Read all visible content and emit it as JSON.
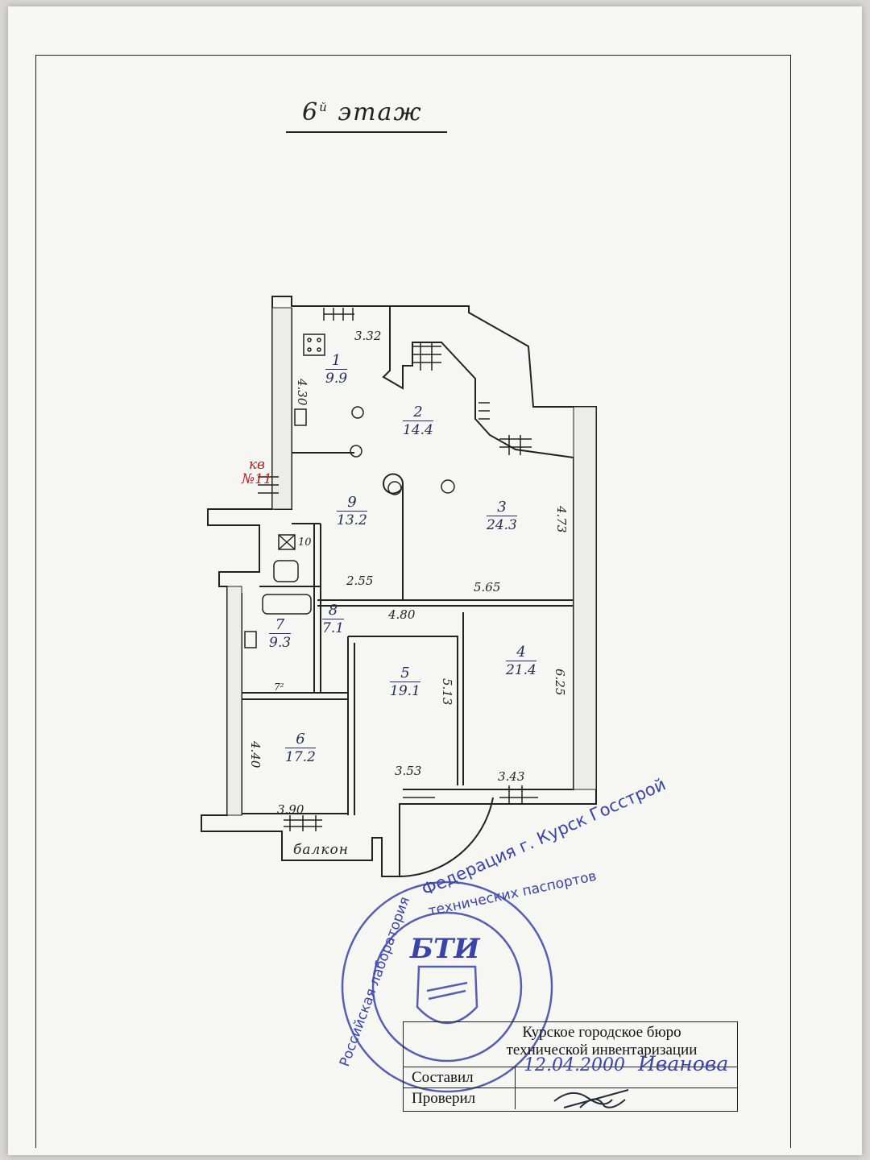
{
  "document": {
    "floor_title_number": "6",
    "floor_title_superscript": "й",
    "floor_title_word": "этаж",
    "apartment_label_line1": "кв",
    "apartment_label_line2": "№11",
    "balcony_label": "балкон"
  },
  "rooms": [
    {
      "num": "1",
      "area": "9.9"
    },
    {
      "num": "2",
      "area": "14.4"
    },
    {
      "num": "3",
      "area": "24.3"
    },
    {
      "num": "4",
      "area": "21.4"
    },
    {
      "num": "5",
      "area": "19.1"
    },
    {
      "num": "6",
      "area": "17.2"
    },
    {
      "num": "7",
      "area": "9.3"
    },
    {
      "num": "8",
      "area": "7.1"
    },
    {
      "num": "9",
      "area": "13.2"
    },
    {
      "num": "10",
      "area": ""
    }
  ],
  "dimensions": {
    "d1": "3.32",
    "d2": "4.30",
    "d3": "4.73",
    "d4": "2.55",
    "d5": "5.65",
    "d6": "4.80",
    "d7": "5.13",
    "d8": "6.25",
    "d9": "4.40",
    "d10": "3.53",
    "d11": "3.43",
    "d12": "3.90",
    "d13": "7²"
  },
  "stamp": {
    "emblem_text": "БТИ",
    "ring_top": "Федерация г. Курск Госстрой",
    "ring_inner": "технических паспортов",
    "ring_left": "Российская лаборатория"
  },
  "title_block": {
    "organization_line1": "Курское городское бюро",
    "organization_line2": "технической инвентаризации",
    "compiled_label": "Составил",
    "checked_label": "Проверил",
    "compiled_date": "12.04.2000",
    "compiled_name": "Иванова"
  },
  "colors": {
    "ink": "#222222",
    "stamp_blue": "#3a44a8",
    "red_pen": "#c01a1a"
  }
}
